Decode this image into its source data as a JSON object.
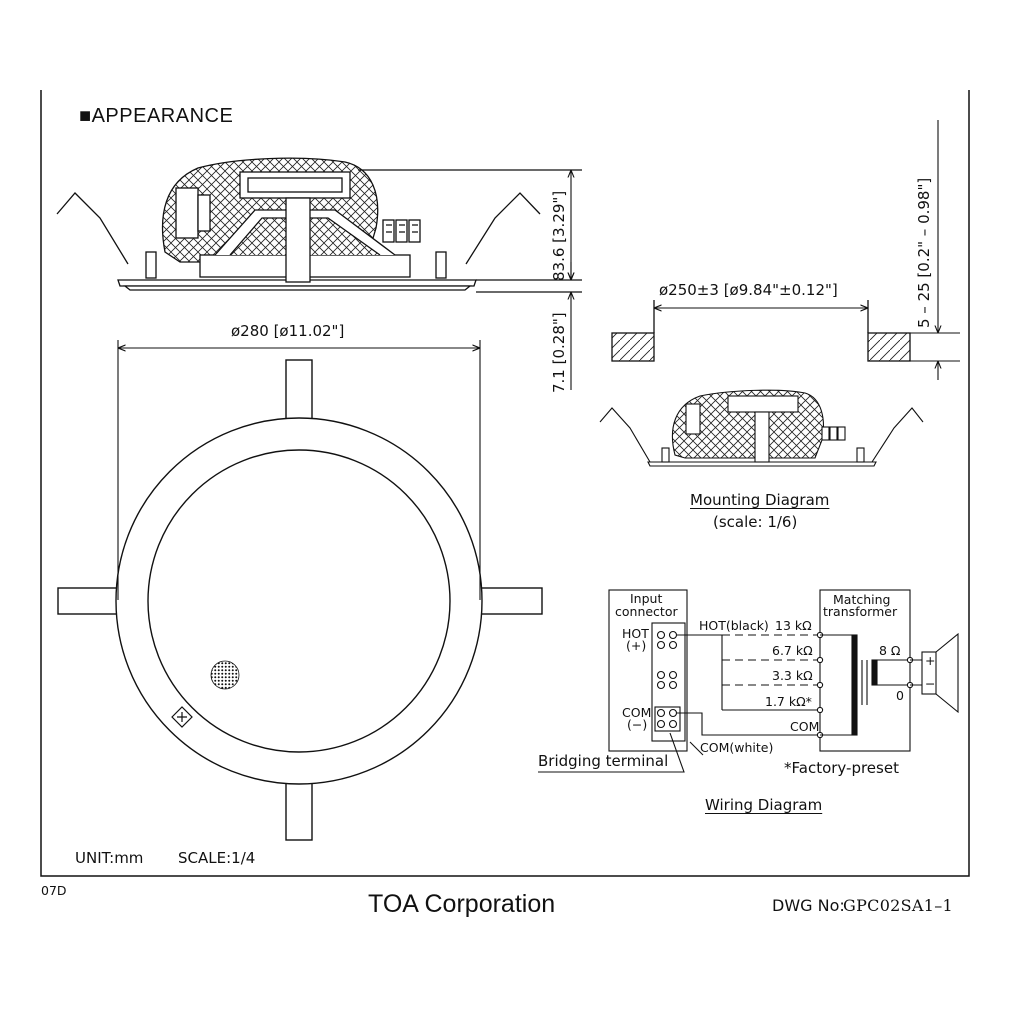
{
  "header": {
    "title": "■APPEARANCE"
  },
  "dimensions": {
    "diameter_280": "ø280 [ø11.02\"]",
    "height_836": "83.6 [3.29\"]",
    "lip_71": "7.1 [0.28\"]",
    "cutout_250": "ø250±3 [ø9.84\"±0.12\"]",
    "ceiling_thickness": "5 – 25 [0.2\" – 0.98\"]"
  },
  "mounting": {
    "title": "Mounting Diagram",
    "scale": "(scale: 1/6)"
  },
  "wiring": {
    "input_connector": [
      "Input",
      "connector"
    ],
    "hot": "HOT",
    "hot_plus": "(+)",
    "com": "COM",
    "com_minus": "(−)",
    "hot_black": "HOT(black)",
    "taps": [
      "13 kΩ",
      "6.7 kΩ",
      "3.3 kΩ",
      "1.7 kΩ*"
    ],
    "com_tap": "COM",
    "matching_transformer": [
      "Matching",
      "transformer"
    ],
    "out_8ohm": "8 Ω",
    "out_0": "0",
    "plus": "+",
    "minus": "−",
    "com_white": "COM(white)",
    "bridging_terminal": "Bridging terminal",
    "factory_preset": "*Factory-preset",
    "title": "Wiring Diagram"
  },
  "footer": {
    "unit": "UNIT:mm",
    "scale": "SCALE:1/4",
    "code": "07D",
    "company": "TOA Corporation",
    "dwg_label": "DWG No:",
    "dwg_number": "GPC02SA1–1"
  }
}
